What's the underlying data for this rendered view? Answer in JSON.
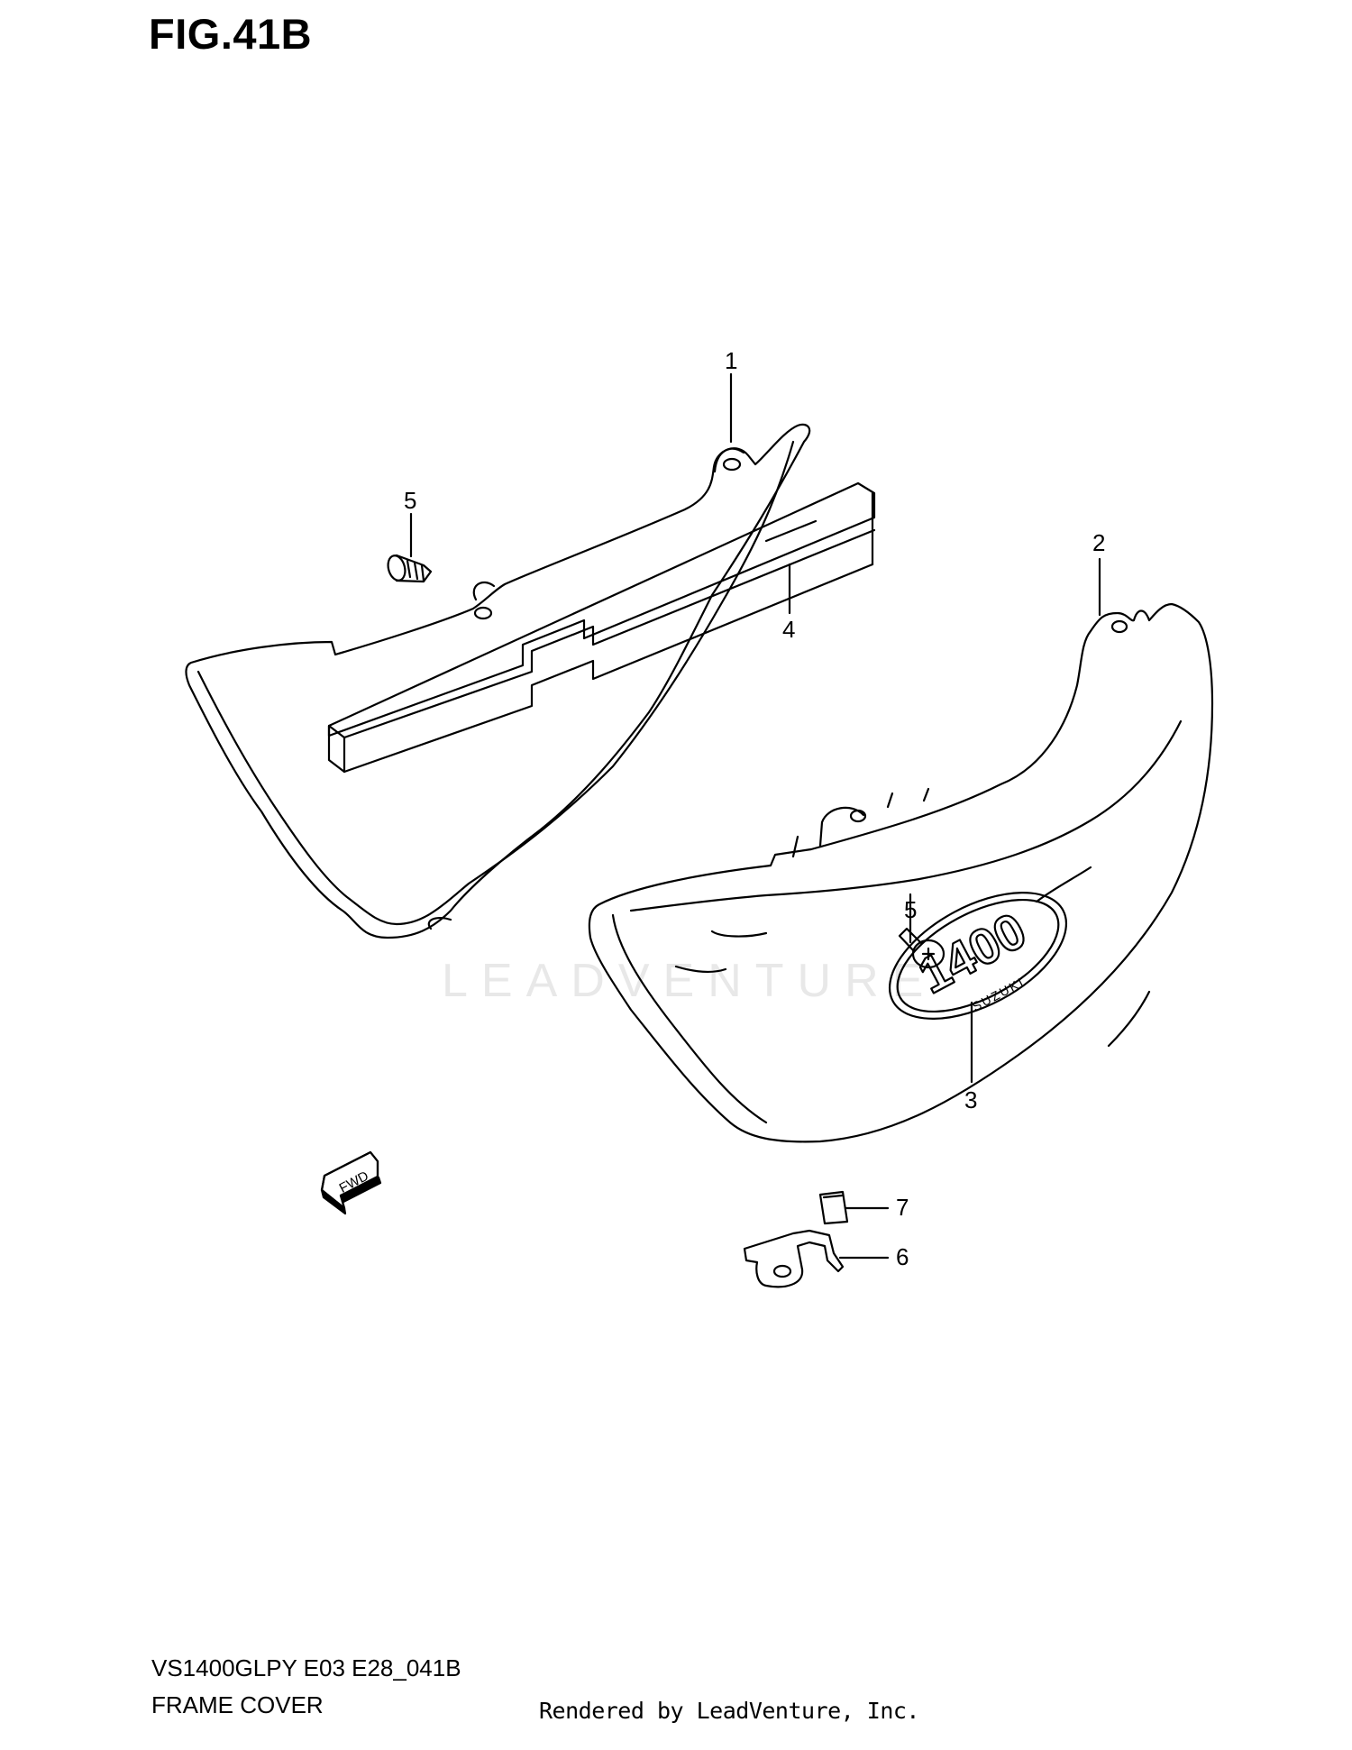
{
  "figure": {
    "title": "FIG.41B"
  },
  "watermark": {
    "text": "LEADVENTURE"
  },
  "callouts": [
    {
      "id": "callout-1",
      "label": "1"
    },
    {
      "id": "callout-2",
      "label": "2"
    },
    {
      "id": "callout-3",
      "label": "3"
    },
    {
      "id": "callout-4",
      "label": "4"
    },
    {
      "id": "callout-5a",
      "label": "5"
    },
    {
      "id": "callout-5b",
      "label": "5"
    },
    {
      "id": "callout-6",
      "label": "6"
    },
    {
      "id": "callout-7",
      "label": "7"
    }
  ],
  "emblem": {
    "text": "1400",
    "brand": "SUZUKI"
  },
  "direction_arrow": {
    "label": "FWD"
  },
  "footer": {
    "model_code": "VS1400GLPY E03 E28_041B",
    "section_name": "FRAME COVER",
    "rendered_by": "Rendered by LeadVenture, Inc."
  }
}
